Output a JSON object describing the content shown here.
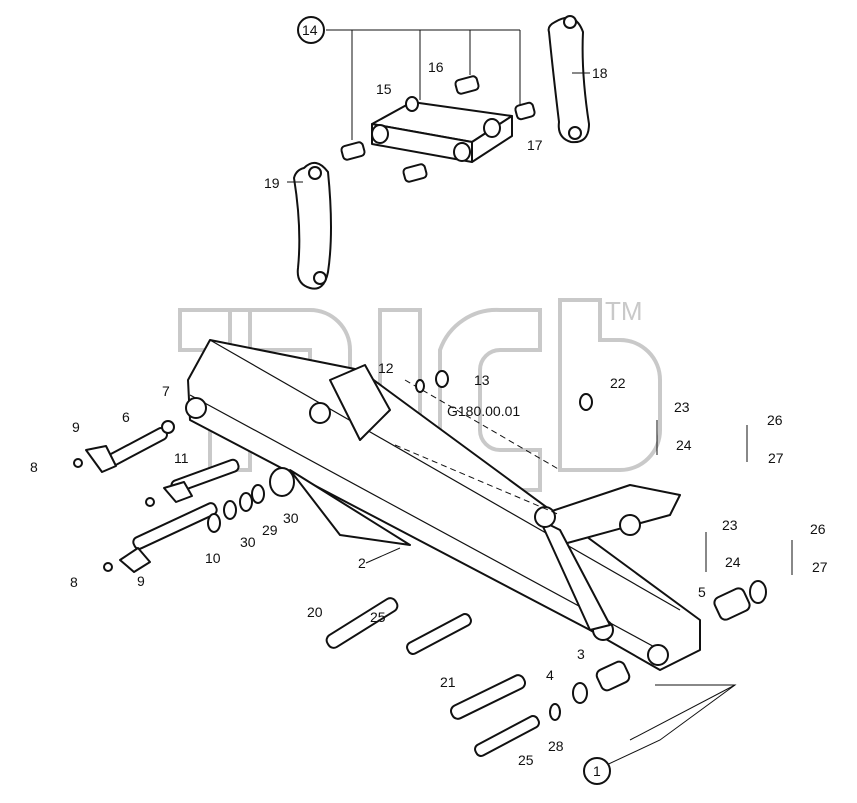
{
  "drawing": {
    "code": "G180.00.01",
    "watermark_mark": "TM"
  },
  "callouts": {
    "c14": "14",
    "c16": "16",
    "c15": "15",
    "c18": "18",
    "c17": "17",
    "c19": "19",
    "c12": "12",
    "c13": "13",
    "c22": "22",
    "c7": "7",
    "c6": "6",
    "c9a": "9",
    "c8a": "8",
    "c11": "11",
    "c29": "29",
    "c30a": "30",
    "c30b": "30",
    "c10": "10",
    "c8b": "8",
    "c9b": "9",
    "c2": "2",
    "c23a": "23",
    "c24a": "24",
    "c26a": "26",
    "c27a": "27",
    "c23b": "23",
    "c24b": "24",
    "c26b": "26",
    "c27b": "27",
    "c5": "5",
    "c20": "20",
    "c25a": "25",
    "c3": "3",
    "c4": "4",
    "c21": "21",
    "c28": "28",
    "c25b": "25",
    "c1": "1"
  }
}
